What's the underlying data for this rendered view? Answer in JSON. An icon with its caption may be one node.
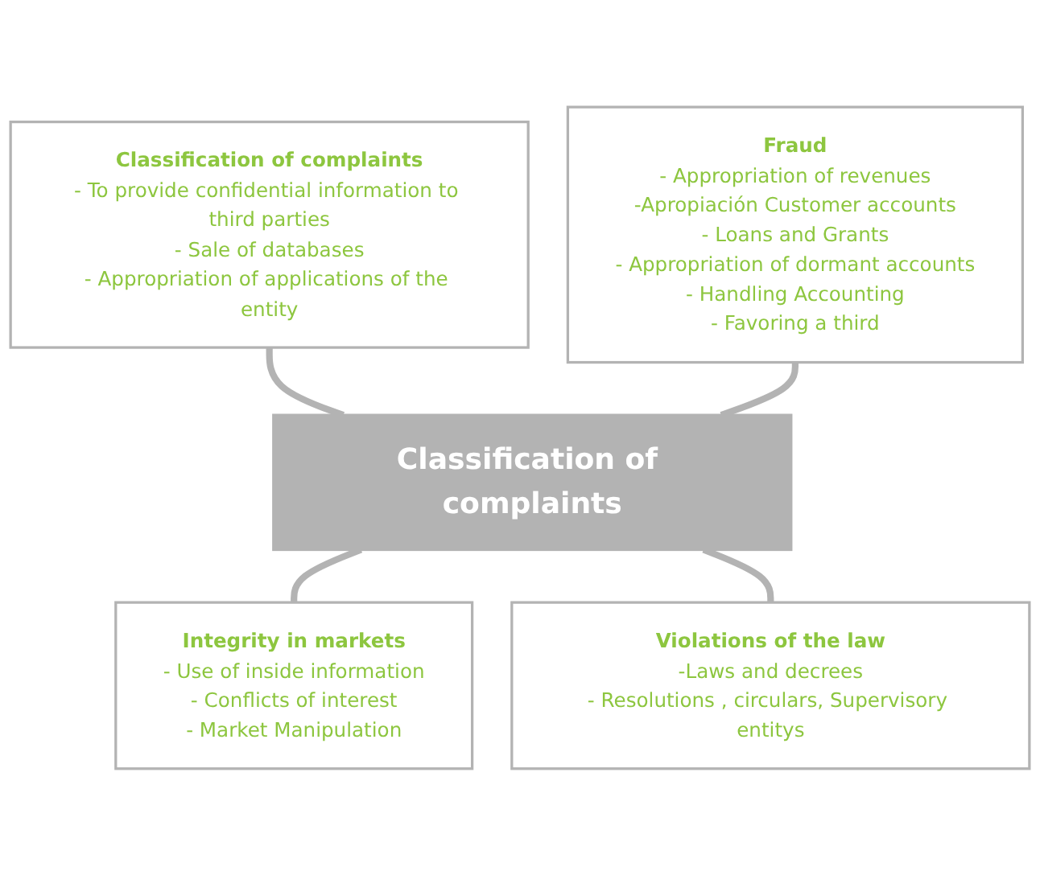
{
  "diagram": {
    "nodes": [
      {
        "text": [
          "Classification of complaints",
          "- To provide confidential information to third parties",
          "- Sale of databases",
          "- Appropriation of applications of the entity"
        ]
      },
      {
        "text": [
          "Fraud",
          "- Appropriation of revenues",
          "-Apropiación Customer accounts",
          "- Loans and Grants",
          "- Appropriation of dormant accounts",
          "- Handling Accounting",
          "- Favoring a third"
        ]
      },
      {
        "text": [
          "Classification of complaints"
        ]
      },
      {
        "text": [
          "Integrity in markets",
          "- Use of inside information",
          "- Conflicts of interest",
          "- Market Manipulation"
        ]
      },
      {
        "text": [
          "Violations of the law",
          "-Laws and decrees",
          "- Resolutions , circulars, Supervisory entitys"
        ]
      }
    ],
    "edges": [
      {
        "from": 0,
        "to": 2,
        "arrow": "none"
      },
      {
        "from": 1,
        "to": 2,
        "arrow": "none"
      },
      {
        "from": 2,
        "to": 3,
        "arrow": "none"
      },
      {
        "from": 2,
        "to": 4,
        "arrow": "none"
      }
    ]
  }
}
